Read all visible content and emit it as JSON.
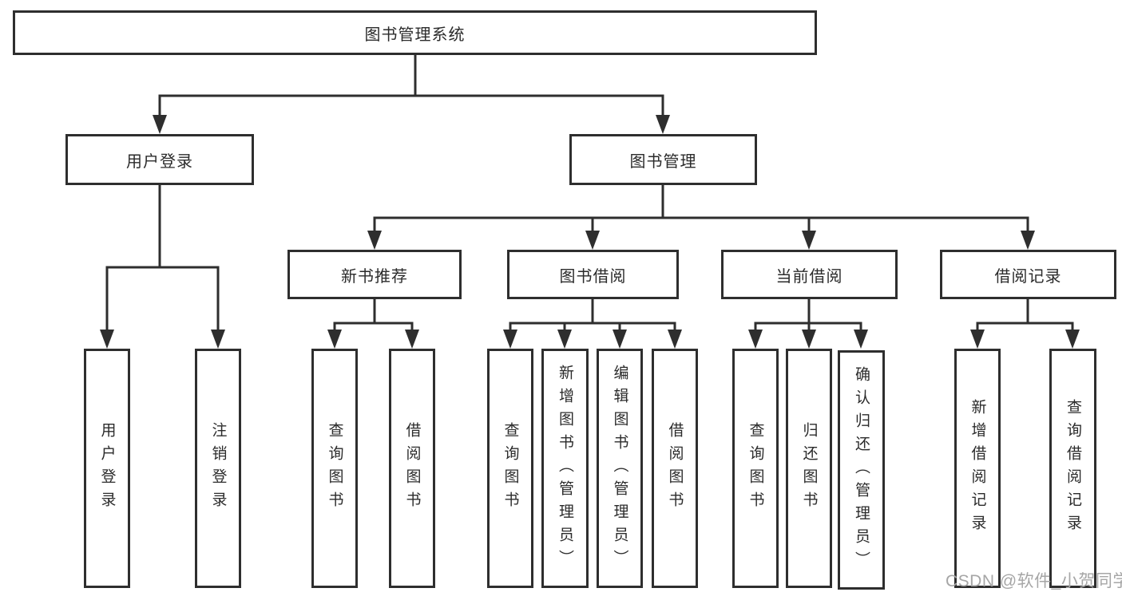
{
  "tree": {
    "root": "图书管理系统",
    "branches": [
      {
        "label": "用户登录",
        "children": [
          "用户登录",
          "注销登录"
        ]
      },
      {
        "label": "图书管理",
        "sections": [
          {
            "label": "新书推荐",
            "children": [
              "查询图书",
              "借阅图书"
            ]
          },
          {
            "label": "图书借阅",
            "children": [
              "查询图书",
              "新增图书（管理员）",
              "编辑图书（管理员）",
              "借阅图书"
            ]
          },
          {
            "label": "当前借阅",
            "children": [
              "查询图书",
              "归还图书",
              "确认归还（管理员）"
            ]
          },
          {
            "label": "借阅记录",
            "children": [
              "新增借阅记录",
              "查询借阅记录"
            ]
          }
        ]
      }
    ]
  },
  "watermark": {
    "text": "CSDN @软件_小贺同学"
  },
  "colors": {
    "line": "#2e2e2e",
    "box_border": "#2e2e2e",
    "text": "#2b2b2b",
    "watermark": "#a6a6a6",
    "background": "#ffffff"
  }
}
